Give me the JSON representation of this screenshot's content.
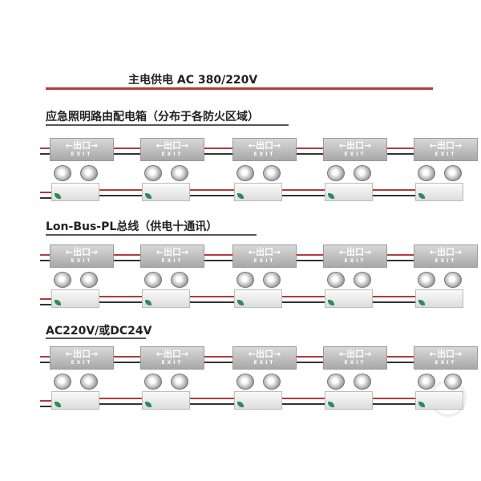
{
  "main_title": "主电供电 AC 380/220V",
  "sections": [
    {
      "heading": "应急照明路由配电箱（分布于各防火区域）"
    },
    {
      "heading": "Lon-Bus-PL总线（供电十通讯）"
    },
    {
      "heading": "AC220V/或DC24V"
    }
  ],
  "sign": {
    "cn": "←出口→",
    "en": "EXIT"
  },
  "colors": {
    "wire_red": "#b33a3a",
    "wire_dark": "#333333",
    "sign": "#b8b8b8"
  }
}
